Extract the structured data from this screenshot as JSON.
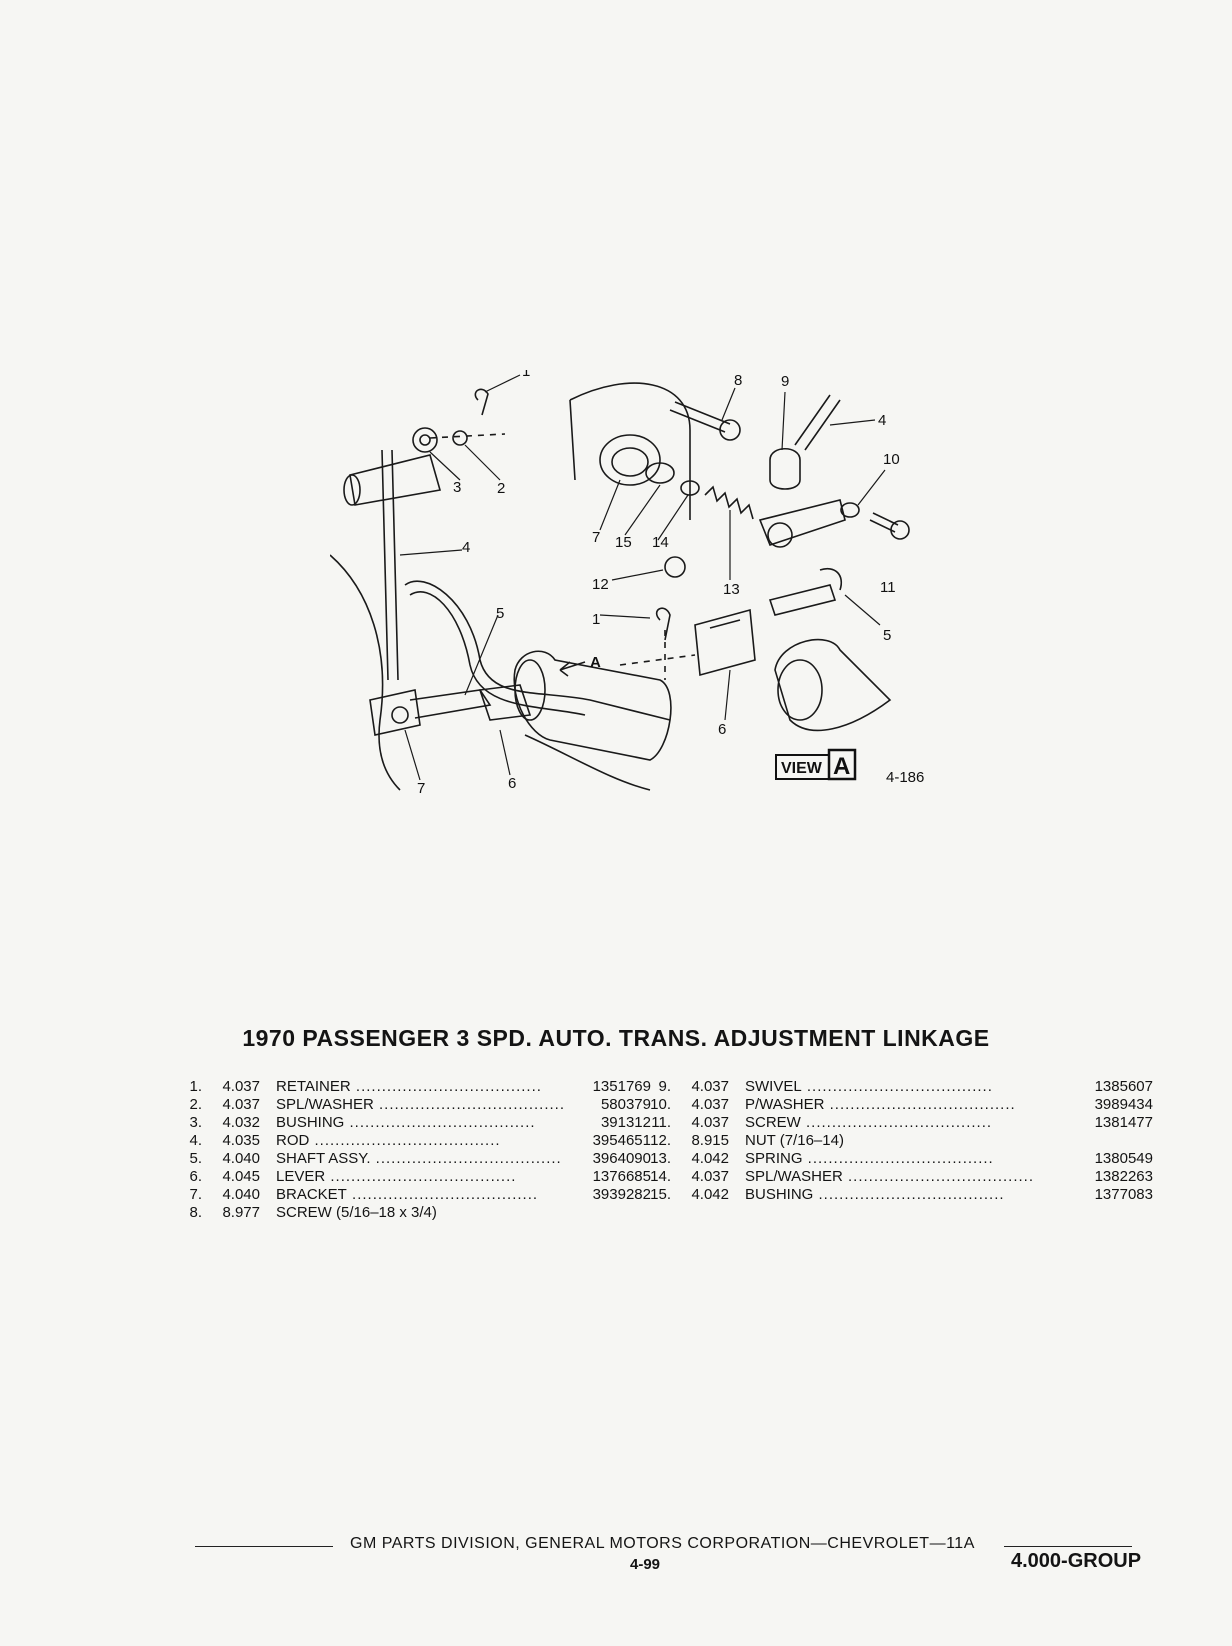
{
  "diagram": {
    "view_label": "VIEW",
    "view_letter": "A",
    "figure_number": "4-186",
    "view_arrow_label": "A",
    "callouts": [
      "1",
      "2",
      "3",
      "4",
      "5",
      "6",
      "7",
      "8",
      "9",
      "10",
      "11",
      "12",
      "13",
      "14",
      "15"
    ]
  },
  "title": "1970 PASSENGER 3 SPD. AUTO. TRANS. ADJUSTMENT LINKAGE",
  "parts_left": [
    {
      "no": "1.",
      "group": "4.037",
      "desc": "RETAINER",
      "part": "1351769"
    },
    {
      "no": "2.",
      "group": "4.037",
      "desc": "SPL/WASHER",
      "part": "580379"
    },
    {
      "no": "3.",
      "group": "4.032",
      "desc": "BUSHING",
      "part": "391312"
    },
    {
      "no": "4.",
      "group": "4.035",
      "desc": "ROD",
      "part": "3954651"
    },
    {
      "no": "5.",
      "group": "4.040",
      "desc": "SHAFT ASSY.",
      "part": "3964090"
    },
    {
      "no": "6.",
      "group": "4.045",
      "desc": "LEVER",
      "part": "1376685"
    },
    {
      "no": "7.",
      "group": "4.040",
      "desc": "BRACKET",
      "part": "3939282"
    },
    {
      "no": "8.",
      "group": "8.977",
      "desc": "SCREW (5/16–18 x 3/4)",
      "part": ""
    }
  ],
  "parts_right": [
    {
      "no": "9.",
      "group": "4.037",
      "desc": "SWIVEL",
      "part": "1385607"
    },
    {
      "no": "10.",
      "group": "4.037",
      "desc": "P/WASHER",
      "part": "3989434"
    },
    {
      "no": "11.",
      "group": "4.037",
      "desc": "SCREW",
      "part": "1381477"
    },
    {
      "no": "12.",
      "group": "8.915",
      "desc": "NUT (7/16–14)",
      "part": ""
    },
    {
      "no": "13.",
      "group": "4.042",
      "desc": "SPRING",
      "part": "1380549"
    },
    {
      "no": "14.",
      "group": "4.037",
      "desc": "SPL/WASHER",
      "part": "1382263"
    },
    {
      "no": "15.",
      "group": "4.042",
      "desc": "BUSHING",
      "part": "1377083"
    }
  ],
  "footer": {
    "text": "GM PARTS DIVISION, GENERAL MOTORS CORPORATION—CHEVROLET—11A",
    "page_number": "4-99",
    "group_label": "4.000-GROUP"
  }
}
